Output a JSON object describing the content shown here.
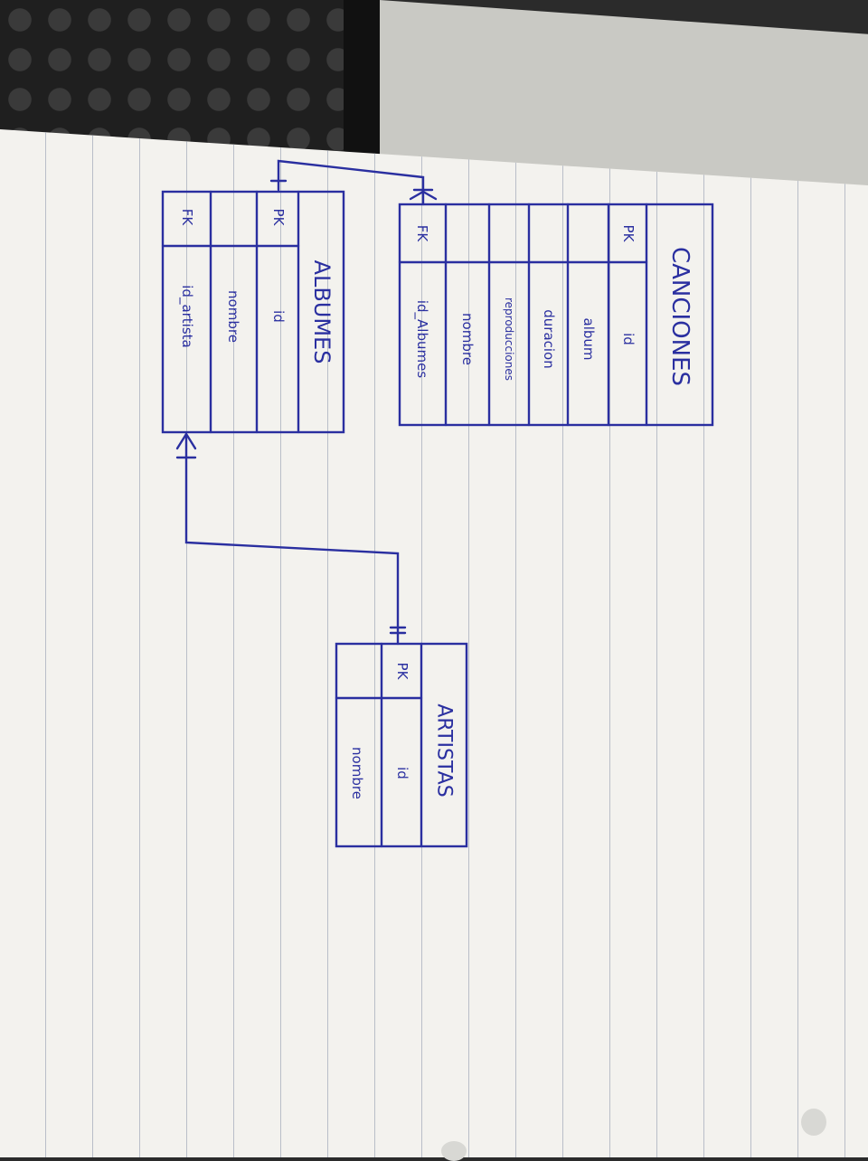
{
  "tables": [
    {
      "name": "CANCIONES",
      "rows": [
        {
          "key": "PK",
          "field": "id"
        },
        {
          "key": "",
          "field": "album"
        },
        {
          "key": "",
          "field": "duracion"
        },
        {
          "key": "",
          "field": "reproducciones"
        },
        {
          "key": "",
          "field": "nombre"
        },
        {
          "key": "FK",
          "field": "id_Albumes"
        }
      ]
    },
    {
      "name": "ALBUMES",
      "rows": [
        {
          "key": "PK",
          "field": "id"
        },
        {
          "key": "",
          "field": "nombre"
        },
        {
          "key": "FK",
          "field": "id_artista"
        }
      ]
    },
    {
      "name": "ARTISTAS",
      "rows": [
        {
          "key": "PK",
          "field": "id"
        },
        {
          "key": "",
          "field": "nombre"
        }
      ]
    }
  ],
  "ink_color": "#2a2fa0",
  "relationships": [
    {
      "from": "CANCIONES.id_Albumes",
      "to": "ALBUMES.id",
      "from_end": "many",
      "to_end": "one"
    },
    {
      "from": "ALBUMES.id_artista",
      "to": "ARTISTAS.id",
      "from_end": "many",
      "to_end": "one"
    }
  ]
}
